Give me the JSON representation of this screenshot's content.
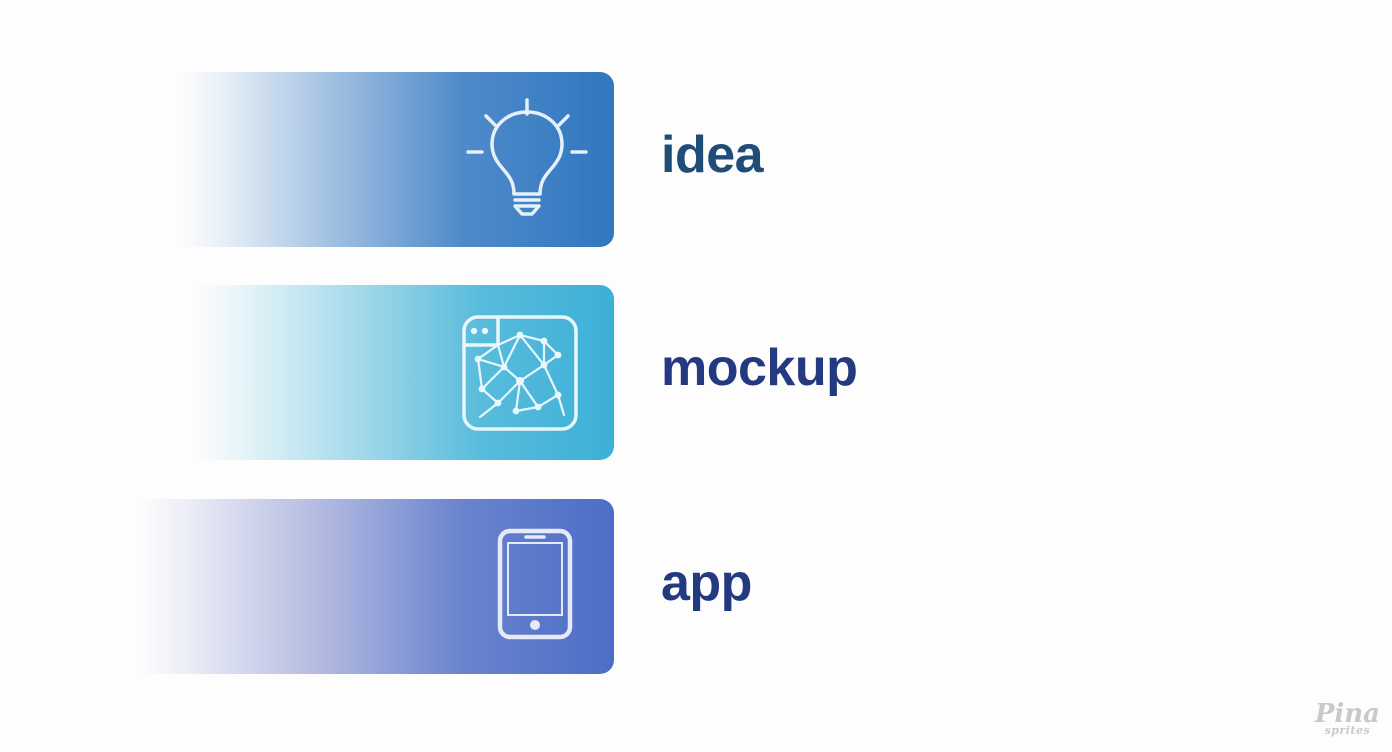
{
  "steps": [
    {
      "label": "idea",
      "icon": "lightbulb-icon",
      "bar_color": "#3077c0",
      "label_color": "#204c78"
    },
    {
      "label": "mockup",
      "icon": "wireframe-window-icon",
      "bar_color": "#3cb0d8",
      "label_color": "#233a80"
    },
    {
      "label": "app",
      "icon": "smartphone-icon",
      "bar_color": "#4c6ec6",
      "label_color": "#233a80"
    }
  ],
  "watermark": {
    "line1": "Pina",
    "line2": "sprites"
  }
}
